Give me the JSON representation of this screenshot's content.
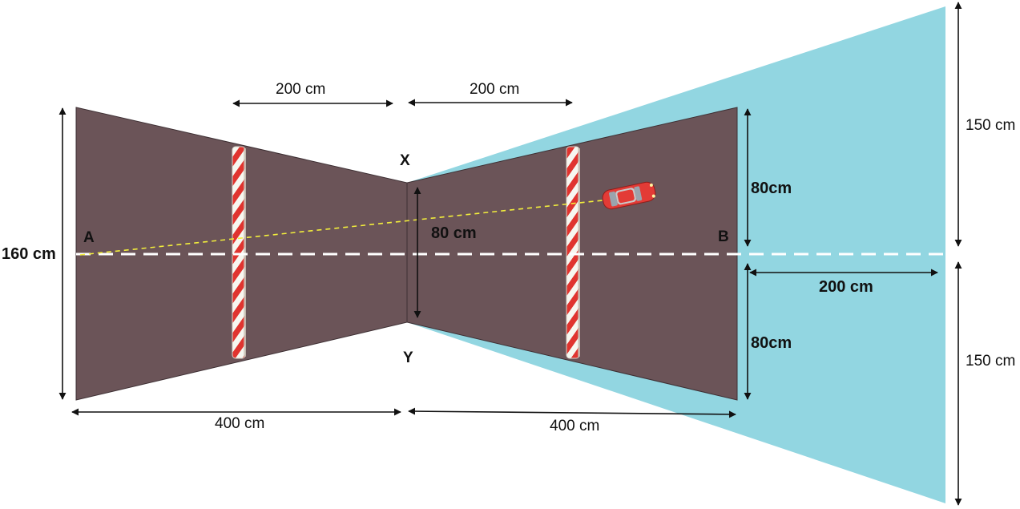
{
  "colors": {
    "track": "#6b5458",
    "zone": "#92d6e1",
    "arrow": "#111111",
    "centerline": "#ffffff",
    "path": "#f2ee3c",
    "pole_red": "#e0342f",
    "pole_white": "#f7f7f0",
    "car": "#e33b36"
  },
  "points": {
    "a": "A",
    "b": "B",
    "x": "X",
    "y": "Y"
  },
  "dims": {
    "top_left_200": "200 cm",
    "top_right_200": "200 cm",
    "left_height_160": "160 cm",
    "throat_80": "80 cm",
    "right_upper_80": "80cm",
    "right_lower_80": "80cm",
    "right_offset_200": "200 cm",
    "bottom_left_400": "400 cm",
    "bottom_right_400": "400 cm",
    "far_upper_150": "150 cm",
    "far_lower_150": "150 cm"
  },
  "icons": [
    "car-icon",
    "striped-pole-icon"
  ]
}
